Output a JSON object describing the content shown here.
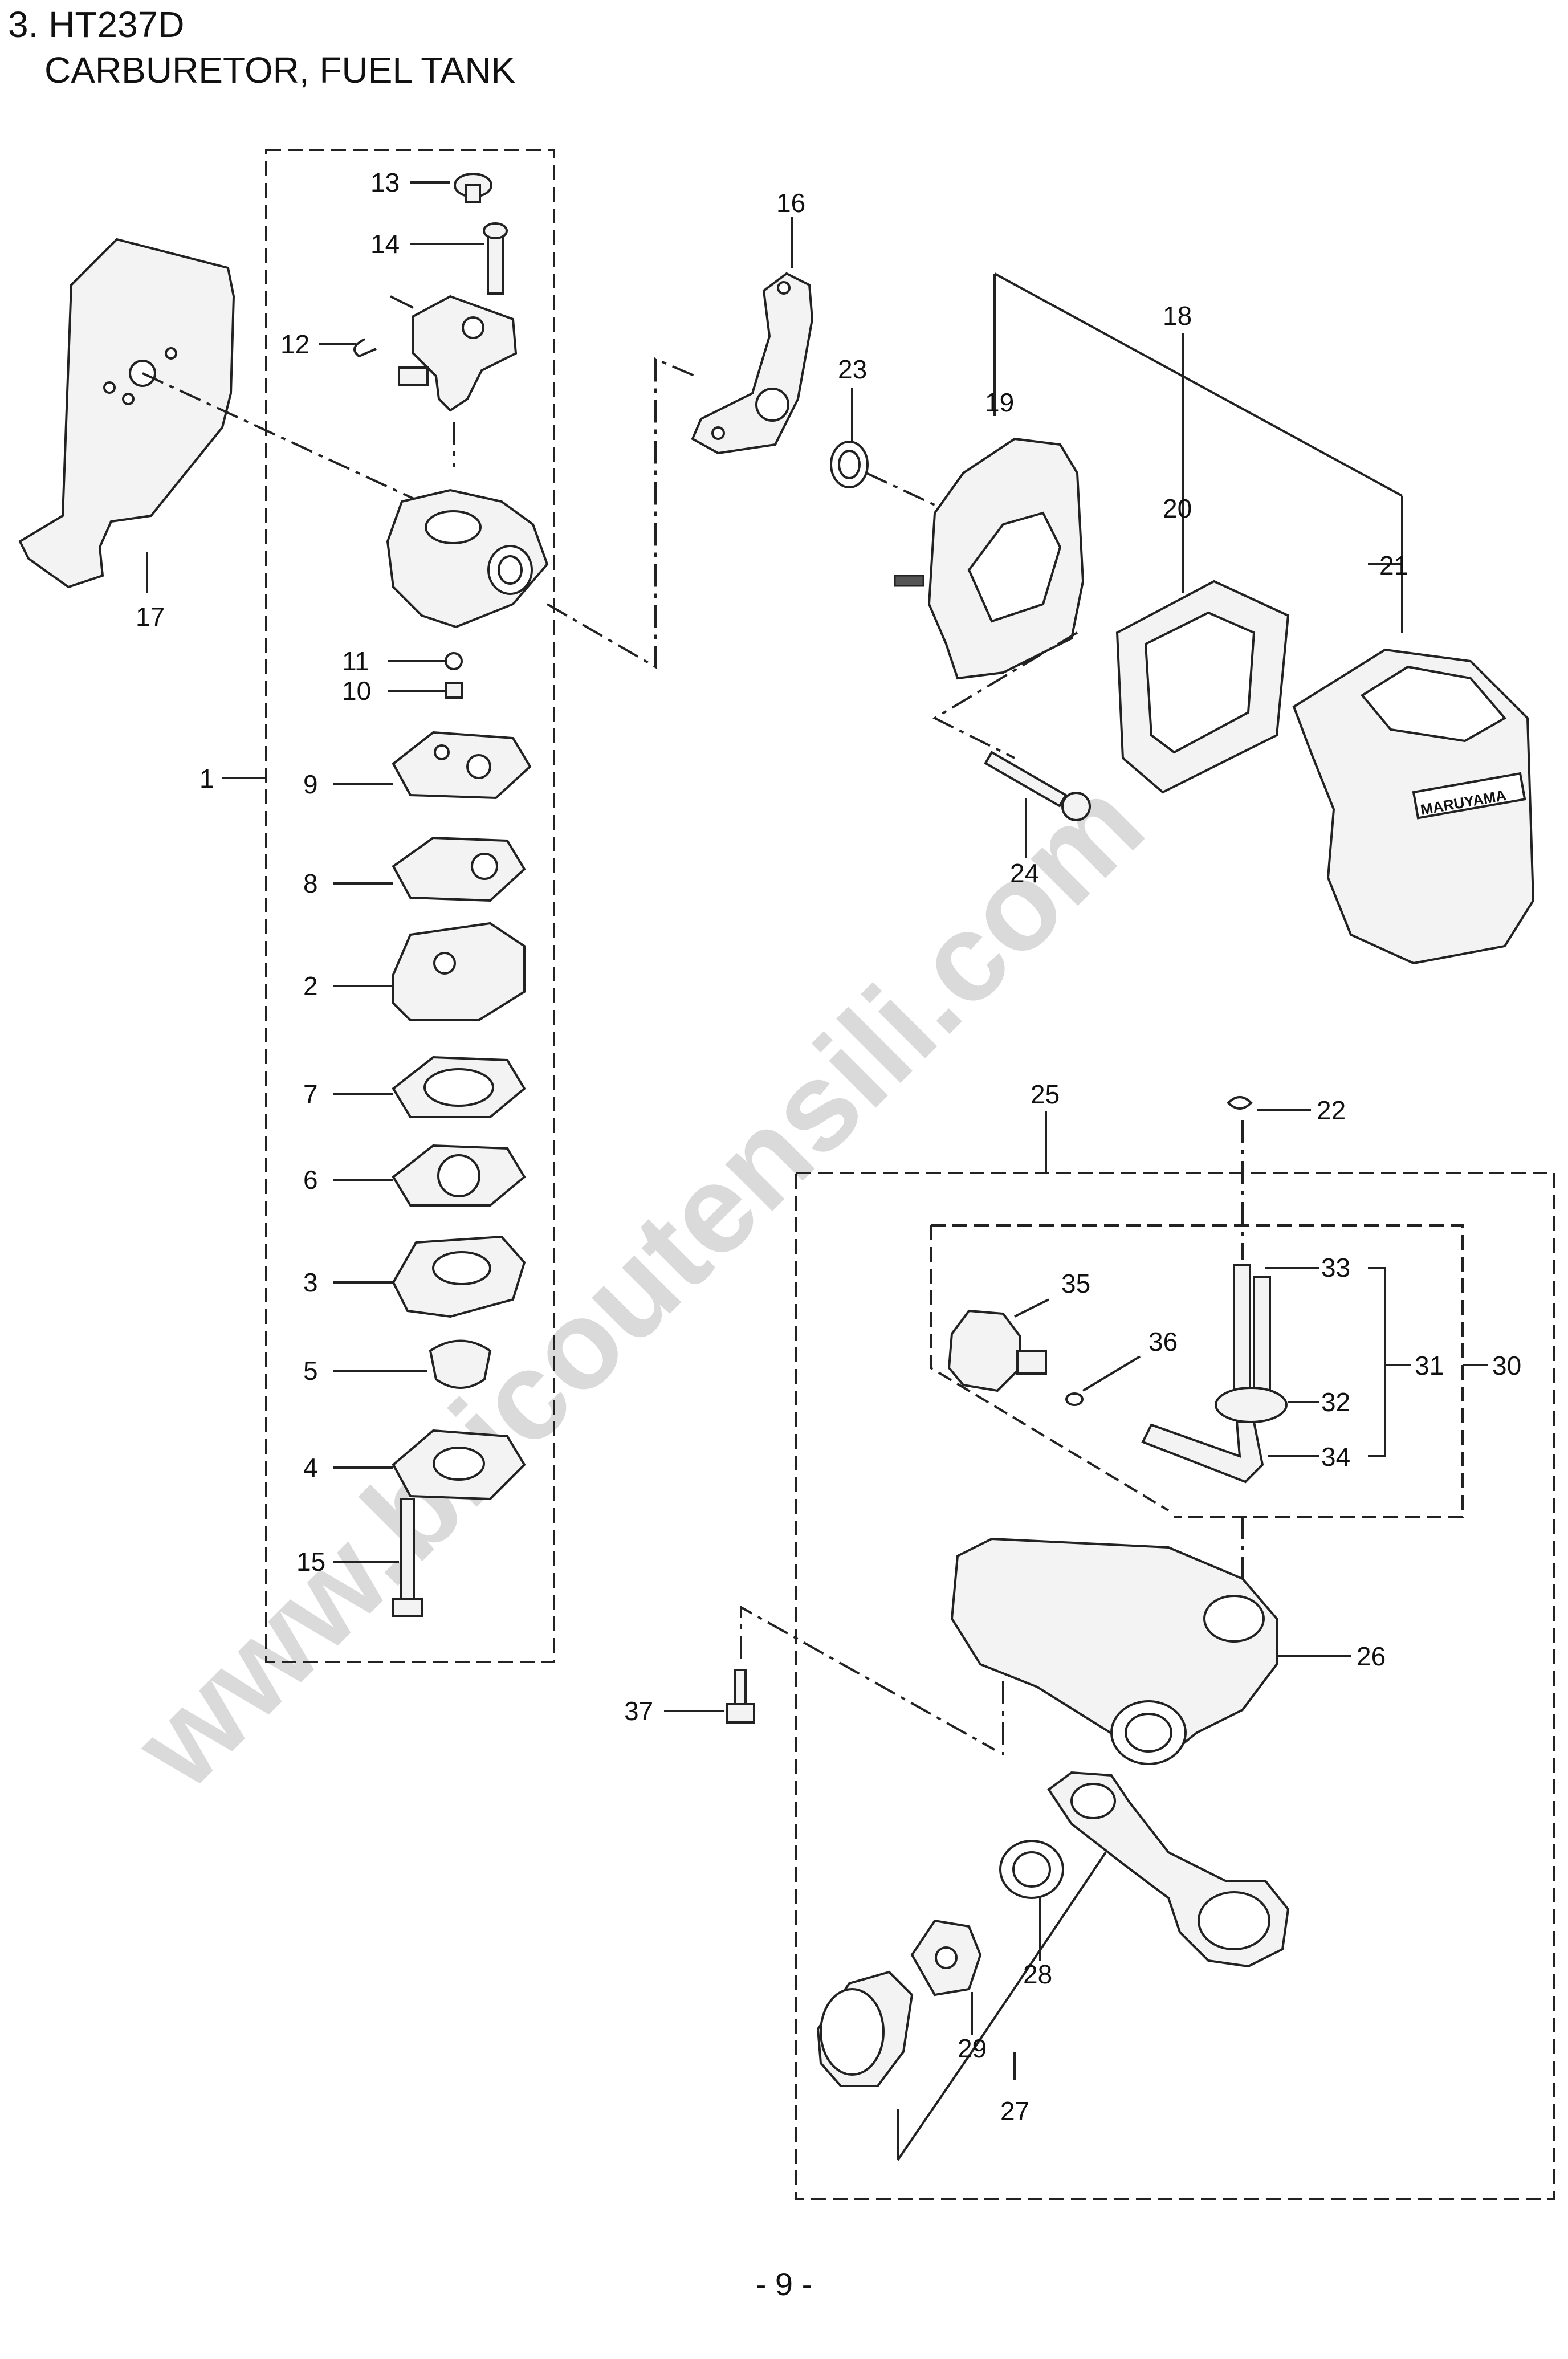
{
  "header": {
    "line1": "3. HT237D",
    "line2": "CARBURETOR, FUEL TANK"
  },
  "watermark": "www.bricoutensili.com",
  "brand_on_cover": "MARUYAMA",
  "part_labels": [
    {
      "id": "p13",
      "text": "13"
    },
    {
      "id": "p14",
      "text": "14"
    },
    {
      "id": "p12",
      "text": "12"
    },
    {
      "id": "p17",
      "text": "17"
    },
    {
      "id": "p11",
      "text": "11"
    },
    {
      "id": "p10",
      "text": "10"
    },
    {
      "id": "p1",
      "text": "1"
    },
    {
      "id": "p9",
      "text": "9"
    },
    {
      "id": "p8",
      "text": "8"
    },
    {
      "id": "p2",
      "text": "2"
    },
    {
      "id": "p7",
      "text": "7"
    },
    {
      "id": "p6",
      "text": "6"
    },
    {
      "id": "p3",
      "text": "3"
    },
    {
      "id": "p5",
      "text": "5"
    },
    {
      "id": "p4",
      "text": "4"
    },
    {
      "id": "p15",
      "text": "15"
    },
    {
      "id": "p16",
      "text": "16"
    },
    {
      "id": "p23",
      "text": "23"
    },
    {
      "id": "p19",
      "text": "19"
    },
    {
      "id": "p18",
      "text": "18"
    },
    {
      "id": "p20",
      "text": "20"
    },
    {
      "id": "p21",
      "text": "21"
    },
    {
      "id": "p24",
      "text": "24"
    },
    {
      "id": "p25",
      "text": "25"
    },
    {
      "id": "p22",
      "text": "22"
    },
    {
      "id": "p33",
      "text": "33"
    },
    {
      "id": "p35",
      "text": "35"
    },
    {
      "id": "p36",
      "text": "36"
    },
    {
      "id": "p31",
      "text": "31"
    },
    {
      "id": "p30",
      "text": "30"
    },
    {
      "id": "p32",
      "text": "32"
    },
    {
      "id": "p34",
      "text": "34"
    },
    {
      "id": "p26",
      "text": "26"
    },
    {
      "id": "p37",
      "text": "37"
    },
    {
      "id": "p28",
      "text": "28"
    },
    {
      "id": "p29",
      "text": "29"
    },
    {
      "id": "p27",
      "text": "27"
    }
  ],
  "footer": {
    "page_number": "- 9 -"
  }
}
